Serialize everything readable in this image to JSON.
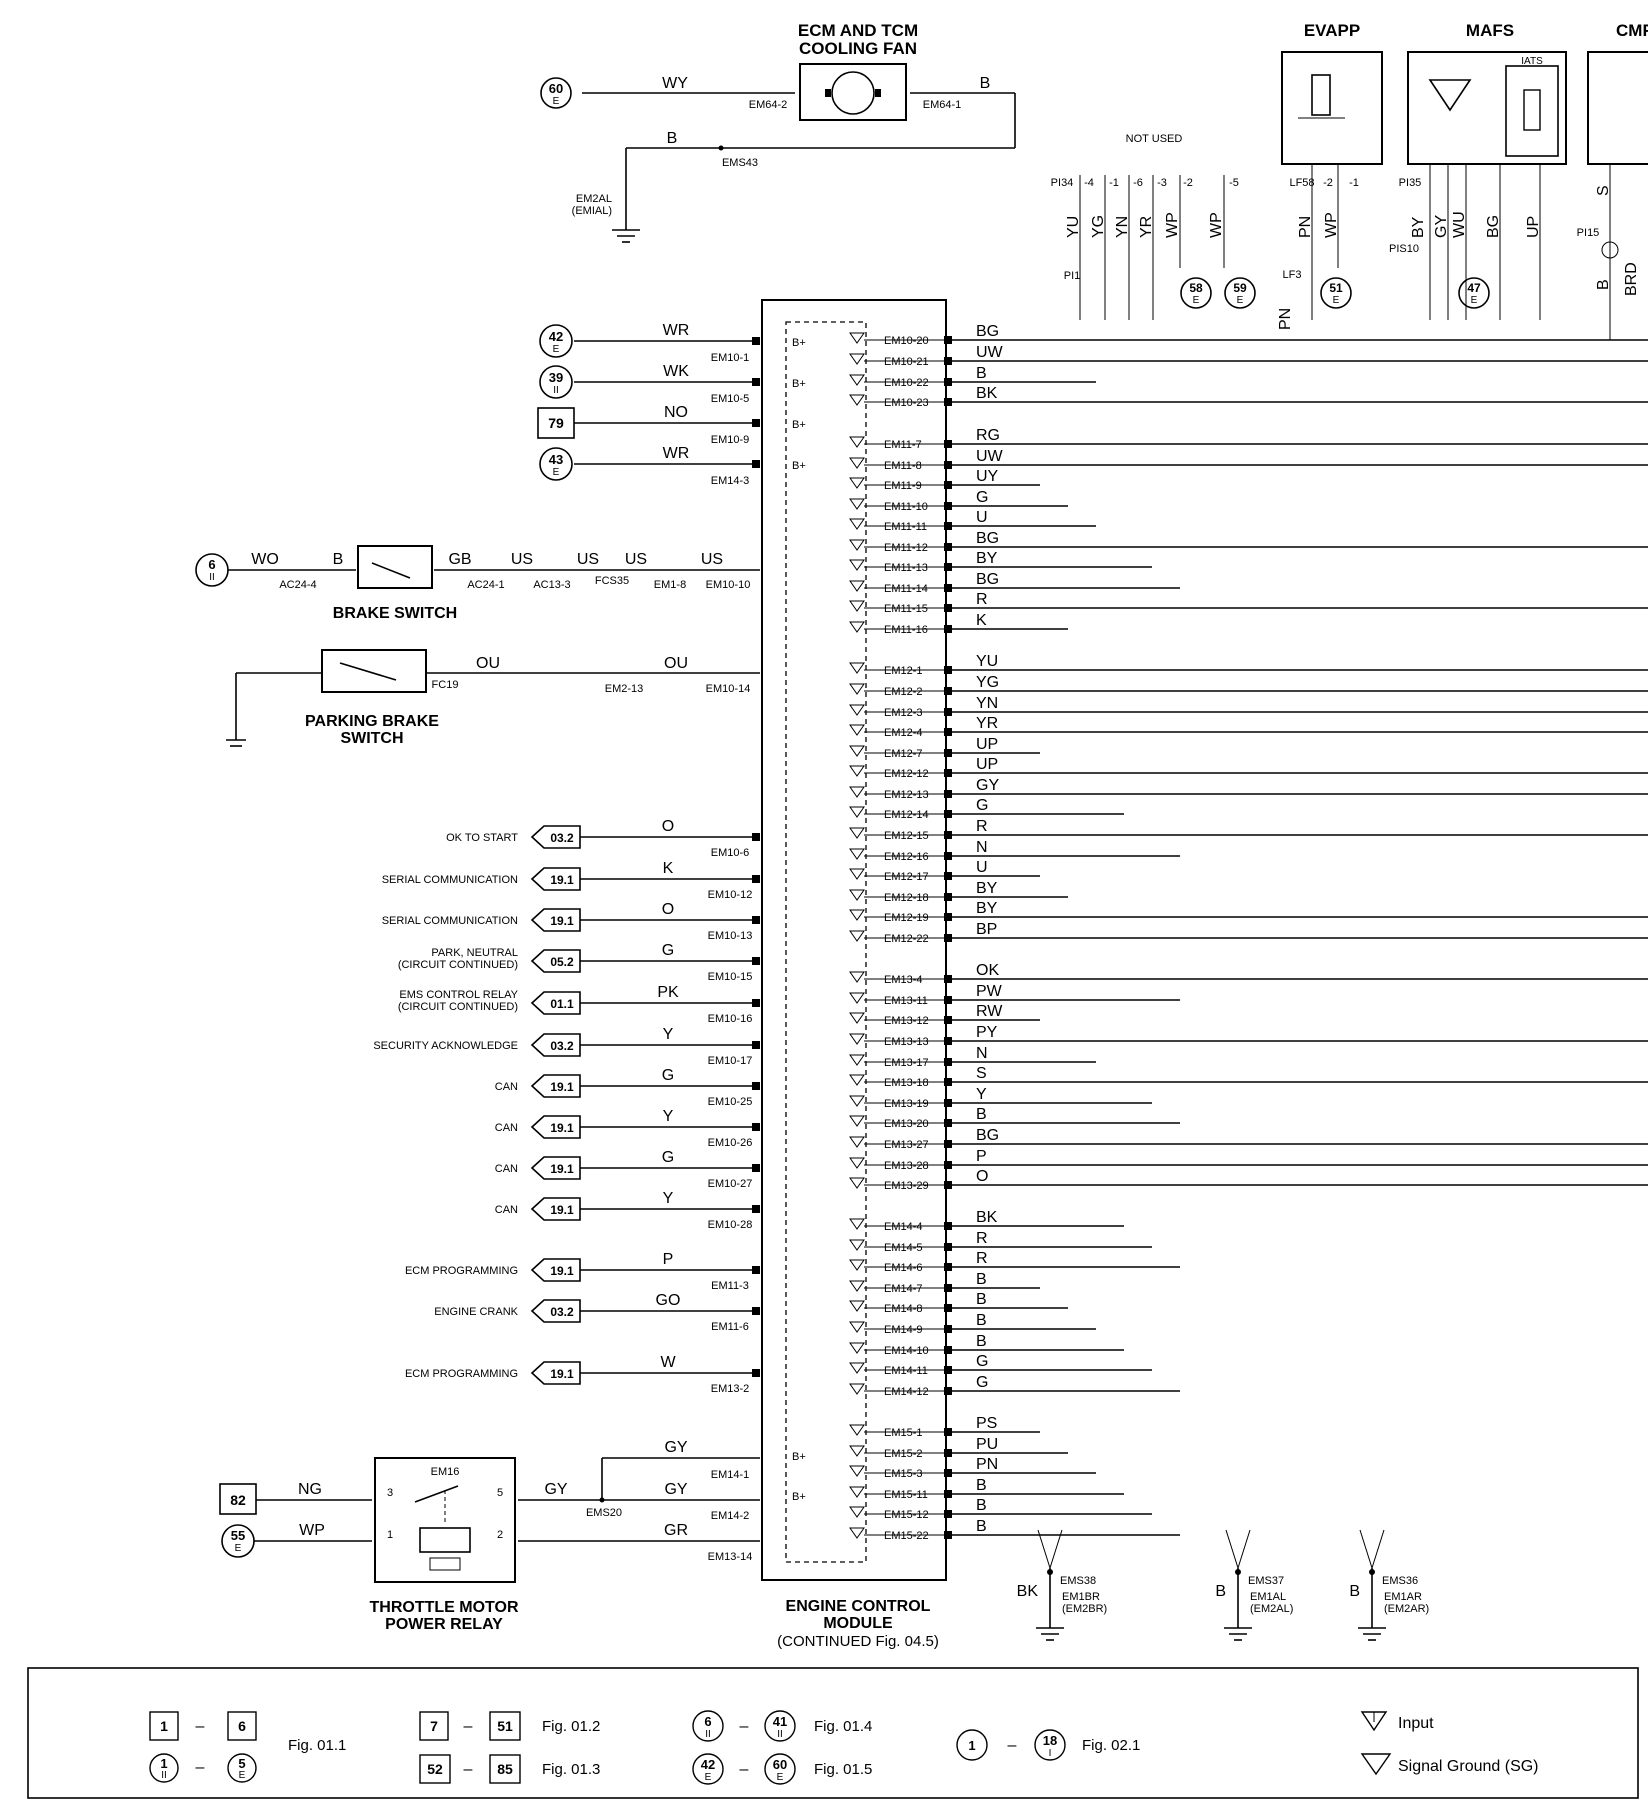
{
  "components": {
    "cooling_fan": [
      "ECM AND TCM",
      "COOLING FAN"
    ],
    "evapp": "EVAPP",
    "mafs": "MAFS",
    "iats": "IATS",
    "cmp": "CMF",
    "brake_switch": "BRAKE SWITCH",
    "parking_brake_switch": [
      "PARKING BRAKE",
      "SWITCH"
    ],
    "throttle_relay": [
      "THROTTLE MOTOR",
      "POWER RELAY"
    ],
    "ecm": [
      "ENGINE CONTROL",
      "MODULE",
      "(CONTINUED Fig. 04.5)"
    ],
    "not_used": "NOT USED"
  },
  "left_signals": [
    {
      "label": "OK TO START",
      "ref": "03.2",
      "wire": "O",
      "pin": "EM10-6"
    },
    {
      "label": "SERIAL COMMUNICATION",
      "ref": "19.1",
      "wire": "K",
      "pin": "EM10-12"
    },
    {
      "label": "SERIAL COMMUNICATION",
      "ref": "19.1",
      "wire": "O",
      "pin": "EM10-13"
    },
    {
      "label": "PARK, NEUTRAL",
      "label2": "(CIRCUIT CONTINUED)",
      "ref": "05.2",
      "wire": "G",
      "pin": "EM10-15"
    },
    {
      "label": "EMS CONTROL RELAY",
      "label2": "(CIRCUIT CONTINUED)",
      "ref": "01.1",
      "wire": "PK",
      "pin": "EM10-16"
    },
    {
      "label": "SECURITY ACKNOWLEDGE",
      "ref": "03.2",
      "wire": "Y",
      "pin": "EM10-17"
    },
    {
      "label": "CAN",
      "ref": "19.1",
      "wire": "G",
      "pin": "EM10-25"
    },
    {
      "label": "CAN",
      "ref": "19.1",
      "wire": "Y",
      "pin": "EM10-26"
    },
    {
      "label": "CAN",
      "ref": "19.1",
      "wire": "G",
      "pin": "EM10-27"
    },
    {
      "label": "CAN",
      "ref": "19.1",
      "wire": "Y",
      "pin": "EM10-28"
    },
    {
      "label": "ECM PROGRAMMING",
      "ref": "19.1",
      "wire": "P",
      "pin": "EM11-3"
    },
    {
      "label": "ENGINE CRANK",
      "ref": "03.2",
      "wire": "GO",
      "pin": "EM11-6"
    },
    {
      "label": "ECM PROGRAMMING",
      "ref": "19.1",
      "wire": "W",
      "pin": "EM13-2"
    }
  ],
  "power_inputs": [
    {
      "ref": "42",
      "sub": "E",
      "wire": "WR",
      "pin": "EM10-1"
    },
    {
      "ref": "39",
      "sub": "II",
      "wire": "WK",
      "pin": "EM10-5"
    },
    {
      "ref": "79",
      "sub": "",
      "wire": "NO",
      "pin": "EM10-9"
    },
    {
      "ref": "43",
      "sub": "E",
      "wire": "WR",
      "pin": "EM14-3"
    }
  ],
  "right_pins": [
    {
      "pin": "EM10-20",
      "wire": "BG"
    },
    {
      "pin": "EM10-21",
      "wire": "UW"
    },
    {
      "pin": "EM10-22",
      "wire": "B"
    },
    {
      "pin": "EM10-23",
      "wire": "BK"
    },
    {
      "pin": "EM11-7",
      "wire": "RG"
    },
    {
      "pin": "EM11-8",
      "wire": "UW"
    },
    {
      "pin": "EM11-9",
      "wire": "UY"
    },
    {
      "pin": "EM11-10",
      "wire": "G"
    },
    {
      "pin": "EM11-11",
      "wire": "U"
    },
    {
      "pin": "EM11-12",
      "wire": "BG"
    },
    {
      "pin": "EM11-13",
      "wire": "BY"
    },
    {
      "pin": "EM11-14",
      "wire": "BG"
    },
    {
      "pin": "EM11-15",
      "wire": "R"
    },
    {
      "pin": "EM11-16",
      "wire": "K"
    },
    {
      "pin": "EM12-1",
      "wire": "YU"
    },
    {
      "pin": "EM12-2",
      "wire": "YG"
    },
    {
      "pin": "EM12-3",
      "wire": "YN"
    },
    {
      "pin": "EM12-4",
      "wire": "YR"
    },
    {
      "pin": "EM12-7",
      "wire": "UP"
    },
    {
      "pin": "EM12-12",
      "wire": "UP"
    },
    {
      "pin": "EM12-13",
      "wire": "GY"
    },
    {
      "pin": "EM12-14",
      "wire": "G"
    },
    {
      "pin": "EM12-15",
      "wire": "R"
    },
    {
      "pin": "EM12-16",
      "wire": "N"
    },
    {
      "pin": "EM12-17",
      "wire": "U"
    },
    {
      "pin": "EM12-18",
      "wire": "BY"
    },
    {
      "pin": "EM12-19",
      "wire": "BY"
    },
    {
      "pin": "EM12-22",
      "wire": "BP"
    },
    {
      "pin": "EM13-4",
      "wire": "OK"
    },
    {
      "pin": "EM13-11",
      "wire": "PW"
    },
    {
      "pin": "EM13-12",
      "wire": "RW"
    },
    {
      "pin": "EM13-13",
      "wire": "PY"
    },
    {
      "pin": "EM13-17",
      "wire": "N"
    },
    {
      "pin": "EM13-18",
      "wire": "S"
    },
    {
      "pin": "EM13-19",
      "wire": "Y"
    },
    {
      "pin": "EM13-20",
      "wire": "B"
    },
    {
      "pin": "EM13-27",
      "wire": "BG"
    },
    {
      "pin": "EM13-28",
      "wire": "P"
    },
    {
      "pin": "EM13-29",
      "wire": "O"
    },
    {
      "pin": "EM14-4",
      "wire": "BK"
    },
    {
      "pin": "EM14-5",
      "wire": "R"
    },
    {
      "pin": "EM14-6",
      "wire": "R"
    },
    {
      "pin": "EM14-7",
      "wire": "B"
    },
    {
      "pin": "EM14-8",
      "wire": "B"
    },
    {
      "pin": "EM14-9",
      "wire": "B"
    },
    {
      "pin": "EM14-10",
      "wire": "B"
    },
    {
      "pin": "EM14-11",
      "wire": "G"
    },
    {
      "pin": "EM14-12",
      "wire": "G"
    },
    {
      "pin": "EM15-1",
      "wire": "PS"
    },
    {
      "pin": "EM15-2",
      "wire": "PU"
    },
    {
      "pin": "EM15-3",
      "wire": "PN"
    },
    {
      "pin": "EM15-11",
      "wire": "B"
    },
    {
      "pin": "EM15-12",
      "wire": "B"
    },
    {
      "pin": "EM15-22",
      "wire": "B"
    }
  ],
  "grounds": [
    {
      "splice": "EMS38",
      "loc": "EM1BR",
      "loc2": "(EM2BR)",
      "wire": "BK"
    },
    {
      "splice": "EMS37",
      "loc": "EM1AL",
      "loc2": "(EM2AL)",
      "wire": "B"
    },
    {
      "splice": "EMS36",
      "loc": "EM1AR",
      "loc2": "(EM2AR)",
      "wire": "B"
    }
  ],
  "legend": {
    "fig011": "Fig. 01.1",
    "fig012": "Fig. 01.2",
    "fig013": "Fig. 01.3",
    "fig014": "Fig. 01.4",
    "fig015": "Fig. 01.5",
    "fig021": "Fig. 02.1",
    "input": "Input",
    "sg": "Signal Ground (SG)"
  }
}
